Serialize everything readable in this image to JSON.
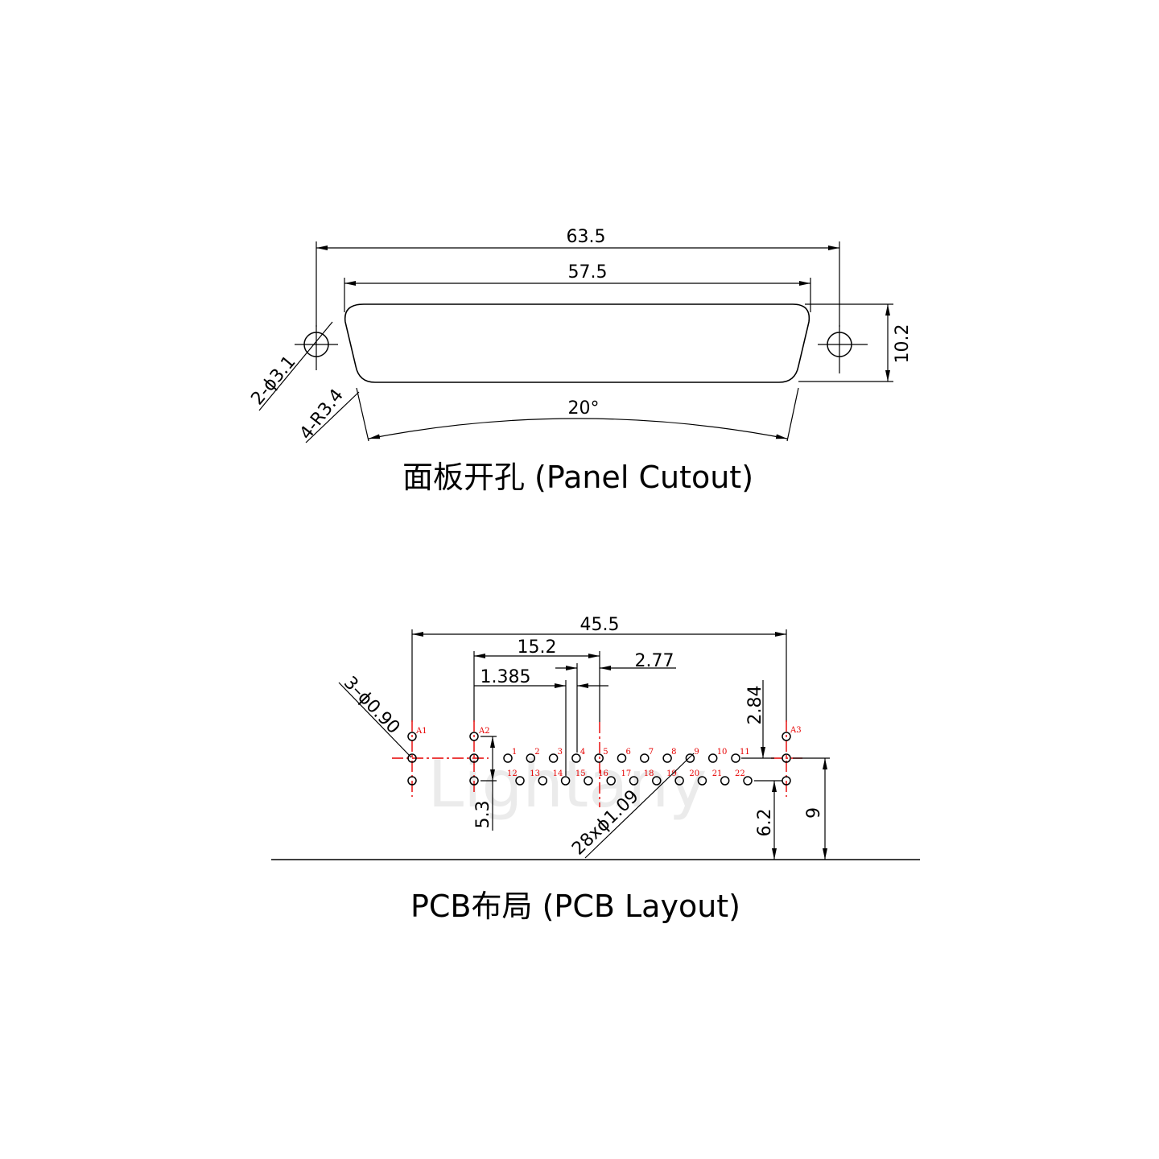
{
  "panel_cutout": {
    "title": "面板开孔 (Panel Cutout)",
    "dim_overall_width": "63.5",
    "dim_cutout_width": "57.5",
    "dim_cutout_height": "10.2",
    "dim_angle": "20°",
    "callout_mount_holes": "2-ϕ3.1",
    "callout_corner_radius": "4-R3.4"
  },
  "pcb_layout": {
    "title": "PCB布局 (PCB Layout)",
    "dim_outer_span": "45.5",
    "dim_a2_to_pin5": "15.2",
    "dim_pin_pitch": "2.77",
    "dim_row_offset": "1.385",
    "dim_row_spacing": "2.84",
    "dim_a_hole_spacing": "5.3",
    "dim_edge_to_lower_row": "6.2",
    "dim_edge_to_upper_row": "9",
    "callout_a_holes": "3–ϕ0.90",
    "callout_pins": "28xϕ1.09",
    "a_hole_labels": [
      "A1",
      "A2",
      "A3"
    ],
    "pins_top_row": [
      "1",
      "2",
      "3",
      "4",
      "5",
      "6",
      "7",
      "8",
      "9",
      "10",
      "11"
    ],
    "pins_bottom_row": [
      "12",
      "13",
      "14",
      "15",
      "16",
      "17",
      "18",
      "19",
      "20",
      "21",
      "22"
    ]
  },
  "watermark": "Lightany",
  "colors": {
    "line": "#000000",
    "center_line": "#e60000",
    "pin_label": "#e60000",
    "watermark": "#ebebeb"
  }
}
